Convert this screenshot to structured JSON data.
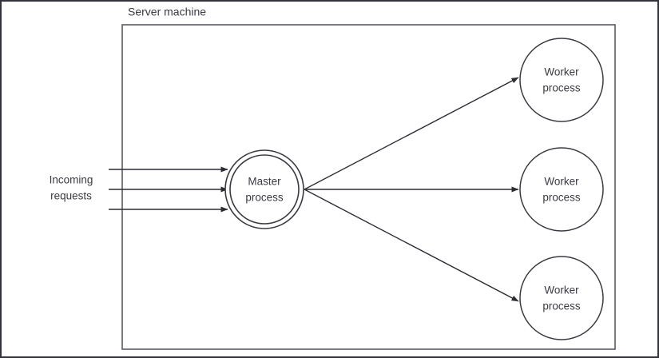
{
  "diagram": {
    "title": "Server machine",
    "container_label": "Server machine",
    "side_label": {
      "line1": "Incoming",
      "line2": "requests"
    },
    "nodes": {
      "master": {
        "line1": "Master",
        "line2": "process",
        "shape": "double-circle"
      },
      "worker_top": {
        "line1": "Worker",
        "line2": "process",
        "shape": "circle"
      },
      "worker_middle": {
        "line1": "Worker",
        "line2": "process",
        "shape": "circle"
      },
      "worker_bottom": {
        "line1": "Worker",
        "line2": "process",
        "shape": "circle"
      }
    },
    "colors": {
      "stroke": "#3a3a42",
      "text": "#3a3a42",
      "background": "#ffffff",
      "frame": "#33333b"
    }
  }
}
